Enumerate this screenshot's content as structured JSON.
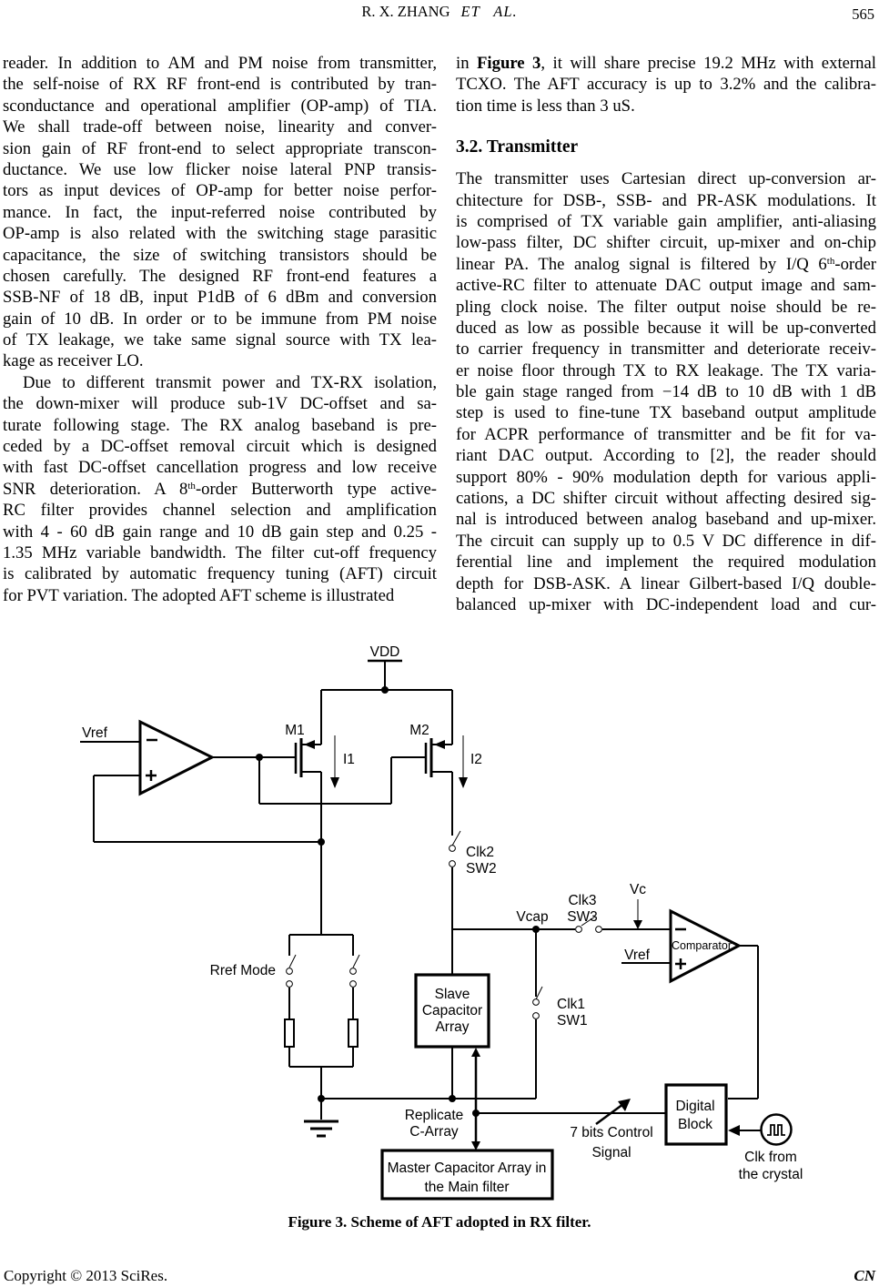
{
  "header": {
    "authors": "R. X. ZHANG",
    "et_al": "ET AL.",
    "page_number": "565"
  },
  "columns": {
    "left": {
      "para1_lines": [
        "reader. In addition to AM and PM noise from transmitter,",
        "the self-noise of RX RF front-end is contributed by tran-",
        "sconductance and operational amplifier (OP-amp) of TIA.",
        "We shall trade-off between noise, linearity and conver-",
        "sion gain of RF front-end to select appropriate transcon-",
        "ductance. We use low flicker noise lateral PNP transis-",
        "tors as input devices of OP-amp for better noise perfor-",
        "mance. In fact, the input-referred noise contributed by",
        "OP-amp is also related with the switching stage parasitic",
        "capacitance, the size of switching transistors should be",
        "chosen carefully. The designed RF front-end features a",
        "SSB-NF of 18 dB, input P1dB of 6 dBm and conversion",
        "gain of 10 dB. In order or to be immune from PM noise",
        "of TX leakage, we take same signal source with TX lea-",
        "kage as receiver LO."
      ],
      "para2_lines": [
        "Due to different transmit power and TX-RX isolation,",
        "the down-mixer will produce sub-1V DC-offset and sa-",
        "turate following stage. The RX analog baseband is pre-",
        "ceded by a DC-offset removal circuit which is designed",
        "with fast DC-offset cancellation progress and low receive",
        "SNR deterioration. A 8^{th}-order Butterworth type active-",
        "RC filter provides channel selection and amplification",
        "with 4 - 60 dB gain range and 10 dB gain step and 0.25 -",
        "1.35 MHz variable bandwidth. The filter cut-off frequency",
        "is calibrated by automatic frequency tuning (AFT) circuit",
        "for PVT variation. The adopted AFT scheme is illustrated"
      ]
    },
    "right": {
      "para1_lines": [
        "in **Figure 3**, it will share precise 19.2 MHz with external",
        "TCXO. The AFT accuracy is up to 3.2% and the calibra-",
        "tion time is less than 3 uS."
      ],
      "heading": "3.2. Transmitter",
      "para2_lines": [
        "The transmitter uses Cartesian direct up-conversion ar-",
        "chitecture for DSB-, SSB- and PR-ASK modulations. It",
        "is comprised of TX variable gain amplifier, anti-aliasing",
        "low-pass filter, DC shifter circuit, up-mixer and on-chip",
        "linear PA. The analog signal is filtered by I/Q 6^{th}-order",
        "active-RC filter to attenuate DAC output image and sam-",
        "pling clock noise. The filter output noise should be re-",
        "duced as low as possible because it will be up-converted",
        "to carrier frequency in transmitter and deteriorate receiv-",
        "er noise floor through TX to RX leakage. The TX varia-",
        "ble gain stage ranged from −14 dB to 10 dB with 1 dB",
        "step is used to fine-tune TX baseband output amplitude",
        "for ACPR performance of transmitter and be fit for va-",
        "riant DAC output. According to [2], the reader should",
        "support 80% - 90% modulation depth for various appli-",
        "cations, a DC shifter circuit without affecting desired sig-",
        "nal is introduced between analog baseband and up-mixer.",
        "The circuit can supply up to 0.5 V DC difference in dif-",
        "ferential line and implement the required modulation",
        "depth for DSB-ASK. A linear Gilbert-based I/Q double-",
        "balanced up-mixer with DC-independent load and cur-"
      ]
    }
  },
  "figure": {
    "caption": "Figure 3. Scheme of AFT adopted in RX filter.",
    "labels": {
      "vdd": "VDD",
      "vref_opamp": "Vref",
      "m1": "M1",
      "m2": "M2",
      "i1": "I1",
      "i2": "I2",
      "clk2": "Clk2",
      "sw2": "SW2",
      "vcap": "Vcap",
      "clk3": "Clk3",
      "sw3": "SW3",
      "vc": "Vc",
      "vref_comp": "Vref",
      "comparator": "Comparator",
      "clk1": "Clk1",
      "sw1": "SW1",
      "rref_mode": "Rref Mode",
      "slave_box": [
        "Slave",
        "Capacitor",
        "Array"
      ],
      "replicate": [
        "Replicate",
        "C-Array"
      ],
      "master_box": [
        "Master Capacitor Array in",
        "the Main filter"
      ],
      "digital_box": [
        "Digital",
        "Block"
      ],
      "control_signal": [
        "7 bits Control",
        "Signal"
      ],
      "clk_crystal": [
        "Clk from",
        "the crystal"
      ]
    }
  },
  "footer": {
    "copyright": "Copyright © 2013 SciRes.",
    "journal": "CN"
  }
}
